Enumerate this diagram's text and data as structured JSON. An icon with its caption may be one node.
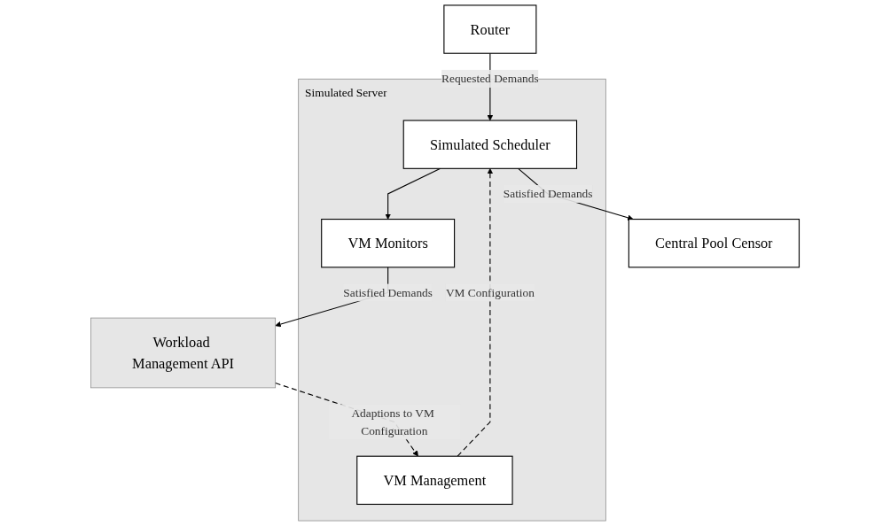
{
  "diagram": {
    "nodes": [
      {
        "text": [
          "Router"
        ]
      },
      {
        "text": [
          "Simulated Server"
        ]
      },
      {
        "text": [
          "VM Management"
        ],
        "in": 1
      },
      {
        "text": [
          "Simulated Scheduler"
        ],
        "in": 1
      },
      {
        "text": [
          "VM Monitors"
        ],
        "in": 1
      },
      {
        "text": [
          "Workload Management API"
        ]
      },
      {
        "text": [
          "Central Pool Censor"
        ]
      }
    ],
    "edges": [
      {
        "from": 0,
        "to": 3,
        "arrow": "to",
        "label": "Requested Demands"
      },
      {
        "from": 2,
        "to": 3,
        "arrow": "to",
        "label": "VM Configuration",
        "style": "dashed"
      },
      {
        "from": 5,
        "to": 2,
        "arrow": "to",
        "label": "Adaptions to VM Configuration",
        "style": "dashed"
      },
      {
        "from": 3,
        "to": 4,
        "arrow": "to"
      },
      {
        "from": 4,
        "to": 5,
        "arrow": "to",
        "label": "Satisfied Demands"
      },
      {
        "from": 3,
        "to": 6,
        "arrow": "to",
        "label": "Satisfied Demands"
      }
    ]
  }
}
